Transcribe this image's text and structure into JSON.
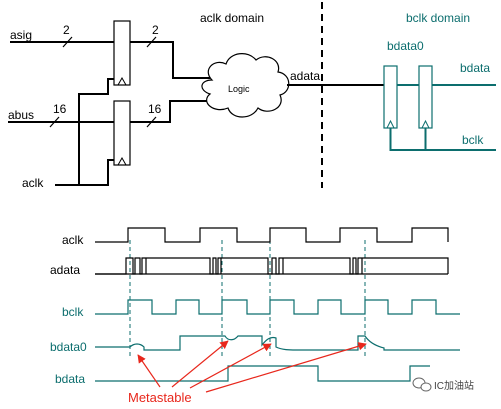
{
  "colors": {
    "black": "#000000",
    "teal": "#0c6e6e",
    "red": "#e8271c",
    "bg": "#ffffff"
  },
  "schematic": {
    "signals": {
      "asig": "asig",
      "abus": "abus",
      "aclk": "aclk",
      "adata": "adata",
      "bdata": "bdata",
      "bclk": "bclk"
    },
    "bus_widths": {
      "asig_in": "2",
      "asig_out": "2",
      "abus_in": "16",
      "abus_out": "16"
    },
    "domains": {
      "aclk": "aclk domain",
      "bclk": "bclk domain"
    },
    "logic_label": "Logic",
    "bdata0_label": "bdata0"
  },
  "timing": {
    "rows": {
      "aclk": "aclk",
      "adata": "adata",
      "bclk": "bclk",
      "bdata0": "bdata0",
      "bdata": "bdata"
    },
    "annotation": "Metastable"
  },
  "watermark": {
    "text": "IC加油站",
    "icon": "wechat-icon"
  }
}
